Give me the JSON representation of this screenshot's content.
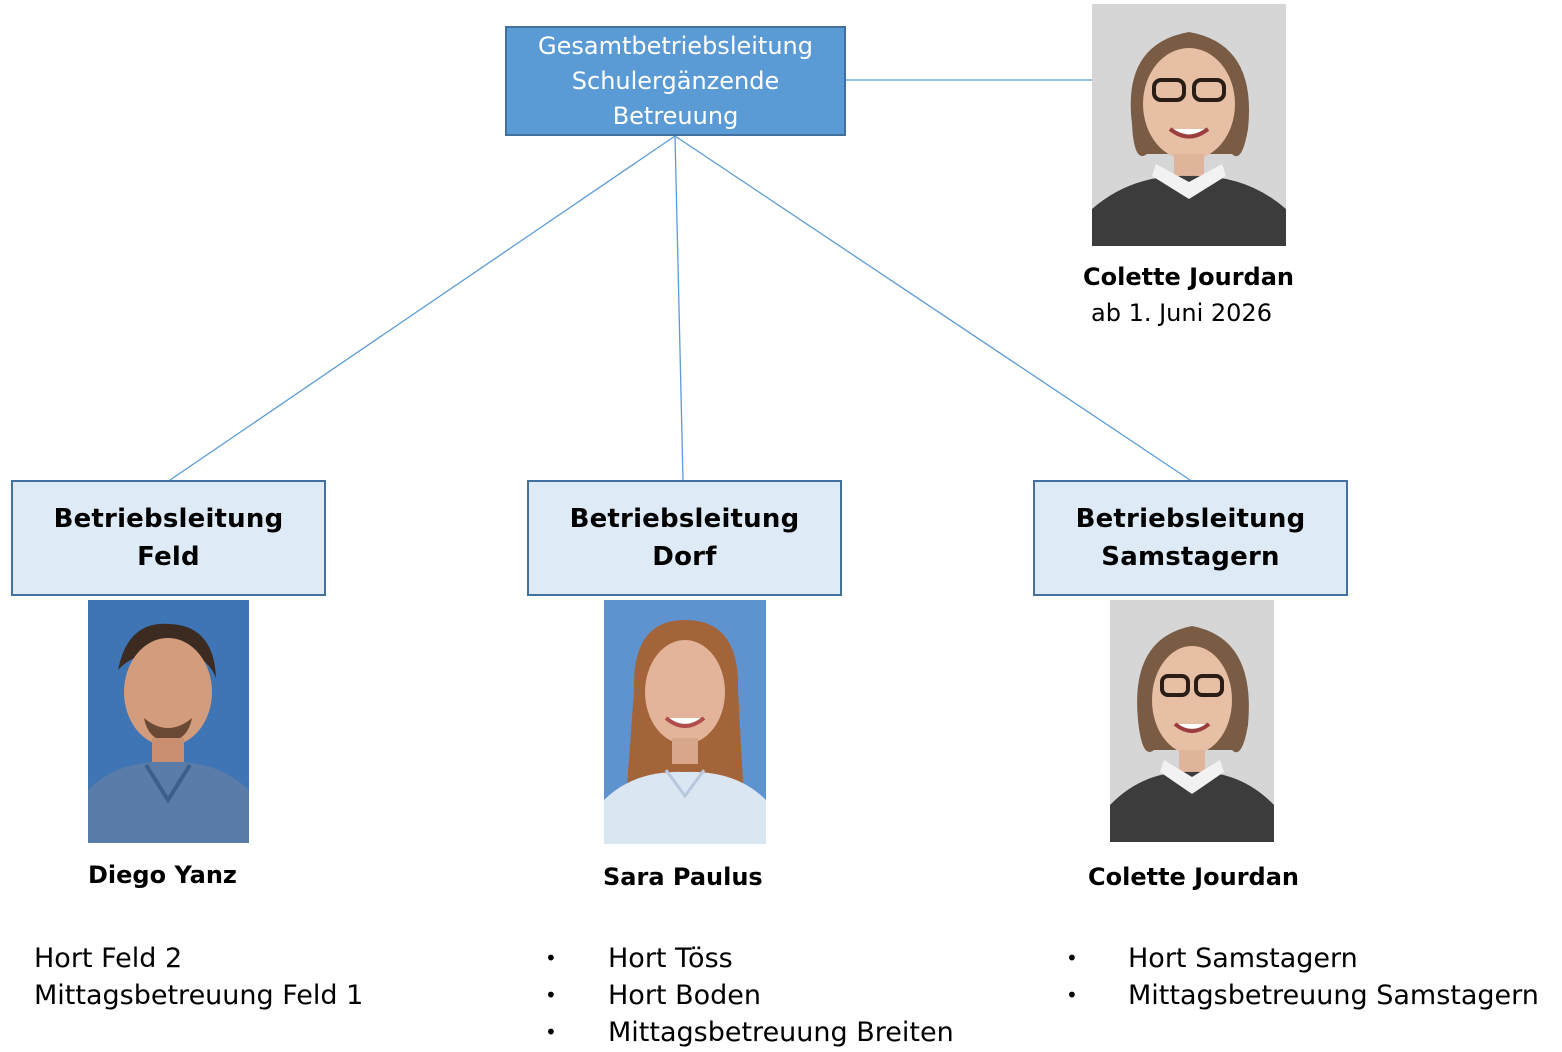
{
  "top_box": {
    "lines": [
      "Gesamtbetriebsleitung",
      "Schulergänzende",
      "Betreuung"
    ]
  },
  "top_person": {
    "name": "Colette Jourdan",
    "note": "ab 1. Juni 2026",
    "photo": "portrait-woman-glasses-grey-background"
  },
  "units": [
    {
      "title_lines": [
        "Betriebsleitung",
        "Feld"
      ],
      "person": "Diego Yanz",
      "photo": "portrait-man-blue-background",
      "bulleted": false,
      "items": [
        "Hort Feld 2",
        "Mittagsbetreuung Feld 1"
      ]
    },
    {
      "title_lines": [
        "Betriebsleitung",
        "Dorf"
      ],
      "person": "Sara Paulus",
      "photo": "portrait-woman-blue-background",
      "bulleted": true,
      "items": [
        "Hort Töss",
        "Hort Boden",
        "Mittagsbetreuung Breiten"
      ]
    },
    {
      "title_lines": [
        "Betriebsleitung",
        "Samstagern"
      ],
      "person": "Colette Jourdan",
      "photo": "portrait-woman-glasses-grey-background",
      "bulleted": true,
      "items": [
        "Hort Samstagern",
        "Mittagsbetreuung Samstagern"
      ]
    }
  ],
  "bullet_char": "•",
  "colors": {
    "top_box_fill": "#5b9bd5",
    "unit_box_fill": "#deebf7",
    "border": "#41719c",
    "connector": "#5b9bd5"
  }
}
